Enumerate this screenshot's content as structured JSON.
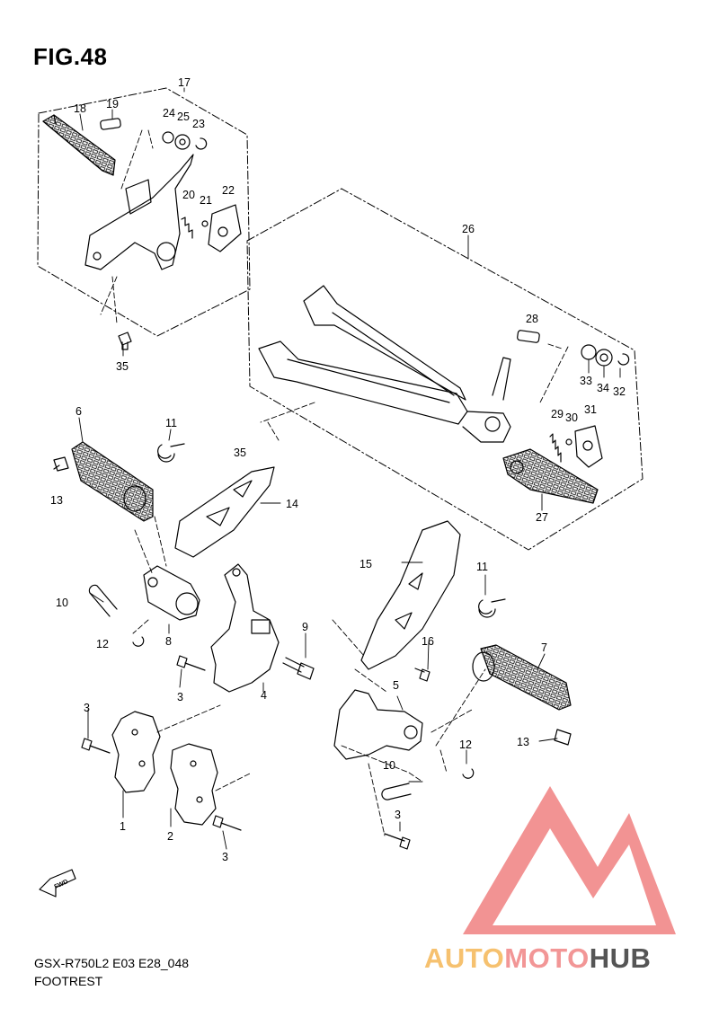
{
  "figure": {
    "title": "FIG.48",
    "model_code": "GSX-R750L2  E03  E28_048",
    "section_name": "FOOTREST"
  },
  "fwd_label": "FWD",
  "watermark": {
    "part1": "AUTO",
    "part2": "MOTO",
    "part3": "HUB",
    "colors": {
      "auto": "#f6c16f",
      "moto": "#f29696",
      "hub": "#555555",
      "logo": "#f08080"
    }
  },
  "callouts": {
    "c1": "1",
    "c2": "2",
    "c3a": "3",
    "c3b": "3",
    "c3c": "3",
    "c3d": "3",
    "c4": "4",
    "c5": "5",
    "c6": "6",
    "c7": "7",
    "c8": "8",
    "c9": "9",
    "c10a": "10",
    "c10b": "10",
    "c11a": "11",
    "c11b": "11",
    "c12a": "12",
    "c12b": "12",
    "c13a": "13",
    "c13b": "13",
    "c14": "14",
    "c15": "15",
    "c16": "16",
    "c17": "17",
    "c18": "18",
    "c19": "19",
    "c20": "20",
    "c21": "21",
    "c22": "22",
    "c23": "23",
    "c24": "24",
    "c25": "25",
    "c26": "26",
    "c27": "27",
    "c28": "28",
    "c29": "29",
    "c30": "30",
    "c31": "31",
    "c32": "32",
    "c33": "33",
    "c34": "34",
    "c35a": "35",
    "c35b": "35"
  }
}
